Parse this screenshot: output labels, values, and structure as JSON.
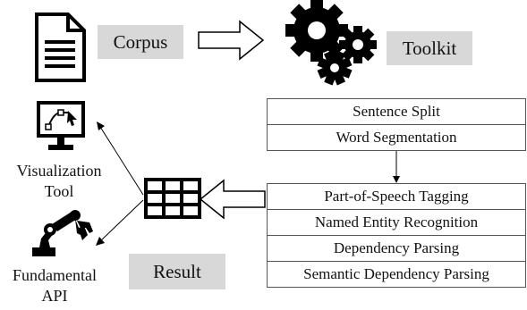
{
  "corpus": {
    "label": "Corpus",
    "icon": "document-icon"
  },
  "toolkit": {
    "label": "Toolkit",
    "icon": "gears-icon"
  },
  "pipeline": {
    "group1": [
      "Sentence Split",
      "Word Segmentation"
    ],
    "group2": [
      "Part-of-Speech Tagging",
      "Named Entity Recognition",
      "Dependency Parsing",
      "Semantic Dependency Parsing"
    ]
  },
  "result": {
    "label": "Result",
    "icon": "table-icon"
  },
  "visualization": {
    "line1": "Visualization",
    "line2": "Tool",
    "icon": "monitor-cursor-icon"
  },
  "api": {
    "line1": "Fundamental",
    "line2": "API",
    "icon": "robot-arm-icon"
  }
}
